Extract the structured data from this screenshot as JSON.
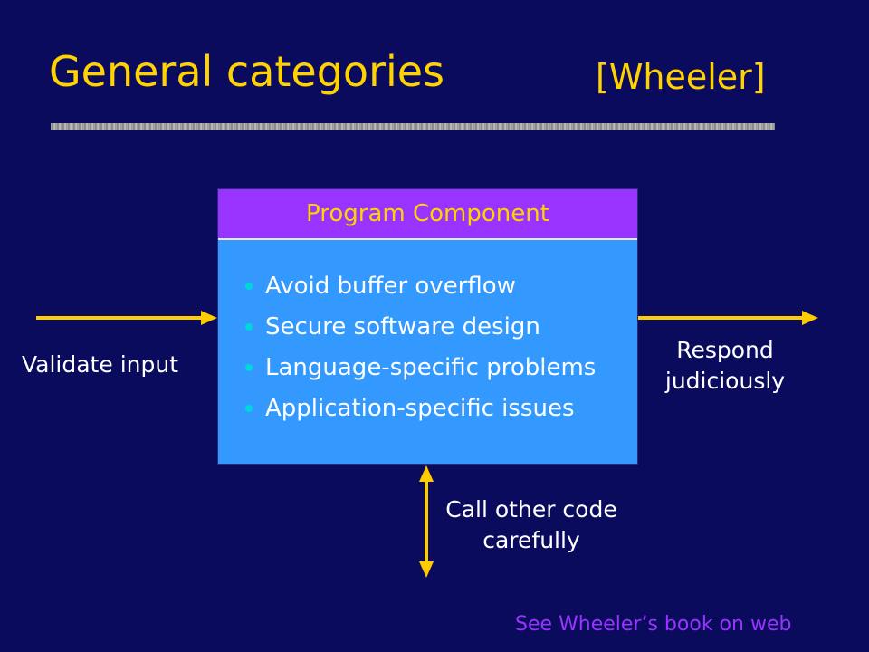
{
  "slide": {
    "title": "General categories",
    "title_tag": "[Wheeler]",
    "component_header": "Program Component",
    "bullets": [
      "Avoid buffer overflow",
      "Secure software design",
      "Language-specific problems",
      "Application-specific issues"
    ],
    "input_label": "Validate input",
    "output_label_line1": "Respond",
    "output_label_line2": "judiciously",
    "call_label_line1": "Call other code",
    "call_label_line2": "carefully",
    "footnote": "See Wheeler’s book on web"
  },
  "colors": {
    "background": "#0b0b5e",
    "title": "#ffd200",
    "box_fill": "#3399ff",
    "header_fill": "#9933ff",
    "arrows": "#ffcc00",
    "bullet_dot": "#00d8d8",
    "footnote": "#9933ff"
  }
}
